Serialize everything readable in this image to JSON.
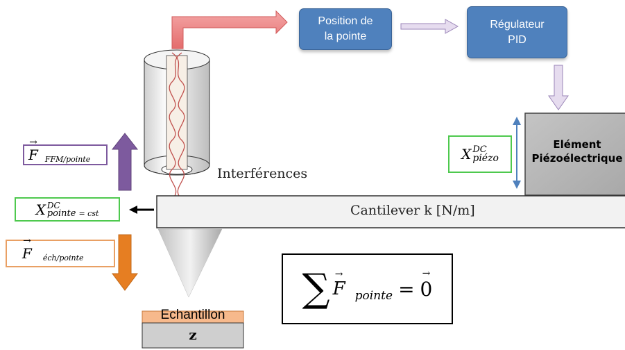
{
  "boxes": {
    "position_line1": "Position de",
    "position_line2": "la pointe",
    "regulateur_line1": "Régulateur",
    "regulateur_line2": "PID"
  },
  "piezo": {
    "line1": "Elément",
    "line2": "Piézoélectrique"
  },
  "labels": {
    "interferences": "Interférences",
    "cantilever": "Cantilever k [N/m]",
    "echantillon": "Echantillon",
    "z": "z"
  },
  "math": {
    "x_piezo_main": "X",
    "x_piezo_sup": "DC",
    "x_piezo_sub": "piézo",
    "x_pointe_main": "X",
    "x_pointe_sup": "DC",
    "x_pointe_sub": "pointe",
    "x_pointe_tail": "= cst",
    "f_ffm_main": "F",
    "f_ffm_sub": "FFM/pointe",
    "f_ech_main": "F",
    "f_ech_sub": "éch/pointe",
    "sum_symbol": "∑",
    "sum_f": "F",
    "sum_sub": "pointe",
    "sum_eq": "=",
    "sum_zero": "0"
  },
  "colors": {
    "blue_box": "#4f81bd",
    "purple": "#7d5a9e",
    "orange": "#e67e22",
    "green": "#4ec94e",
    "red_arrow": "#e46c6c"
  }
}
